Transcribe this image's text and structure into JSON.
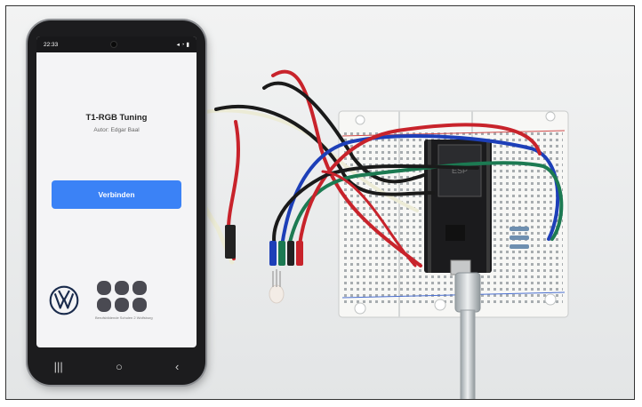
{
  "phone": {
    "status_time": "22:33",
    "status_right": "◂ ◔ ▮",
    "app": {
      "title": "T1-RGB Tuning",
      "author": "Autor: Edgar Baal",
      "connect_button": "Verbinden",
      "school_caption": "Berufsbildende Schulen 2 Wolfsburg"
    },
    "nav": {
      "recents": "|||",
      "home": "○",
      "back": "‹"
    }
  },
  "colors": {
    "accent": "#3b82f6",
    "wire_red": "#c8232b",
    "wire_blue": "#1d3fb8",
    "wire_green": "#1c7a52",
    "wire_black": "#1a1a1a",
    "wire_white": "#ecebd6"
  }
}
